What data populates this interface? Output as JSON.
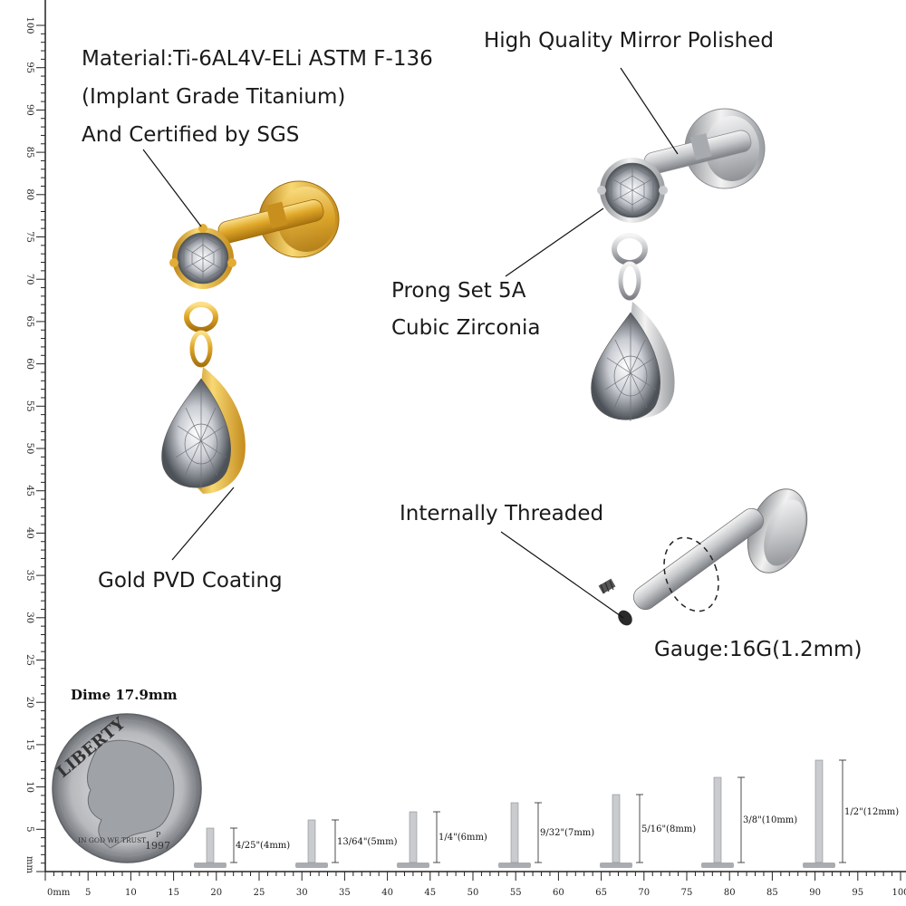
{
  "callouts": {
    "material_line1": "Material:Ti-6AL4V-ELi ASTM F-136",
    "material_line2": "(Implant Grade Titanium)",
    "material_line3": "And Certified by SGS",
    "mirror": "High Quality Mirror Polished",
    "prong_line1": "Prong Set 5A",
    "prong_line2": "Cubic Zirconia",
    "pvd": "Gold PVD Coating",
    "threaded": "Internally Threaded",
    "gauge": "Gauge:16G(1.2mm)"
  },
  "dime": {
    "caption": "Dime 17.9mm",
    "liberty": "LIBERTY",
    "motto": "IN GOD WE TRUST",
    "year": "1997",
    "mint": "P"
  },
  "sizes": [
    {
      "label": "4/25\"(4mm)"
    },
    {
      "label": "13/64\"(5mm)"
    },
    {
      "label": "1/4\"(6mm)"
    },
    {
      "label": "9/32\"(7mm)"
    },
    {
      "label": "5/16\"(8mm)"
    },
    {
      "label": "3/8\"(10mm)"
    },
    {
      "label": "1/2\"(12mm)"
    }
  ],
  "ruler": {
    "unit": "mm",
    "bottom_start_label": "0mm",
    "left_start_label": "mm",
    "major_labels": [
      "5",
      "10",
      "15",
      "20",
      "25",
      "30",
      "35",
      "40",
      "45",
      "50",
      "55",
      "60",
      "65",
      "70",
      "75",
      "80",
      "85",
      "90",
      "95",
      "100"
    ]
  }
}
